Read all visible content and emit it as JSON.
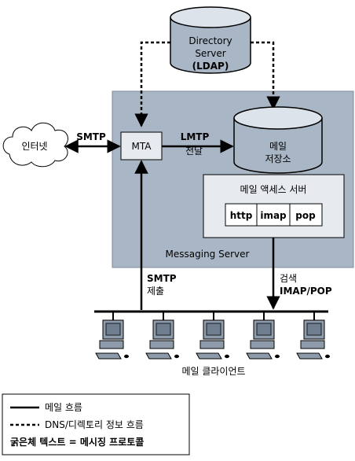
{
  "directory_server": {
    "line1": "Directory",
    "line2": "Server",
    "line3": "(LDAP)"
  },
  "messaging_server": {
    "label": "Messaging Server"
  },
  "internet": {
    "label": "인터넷"
  },
  "mta": {
    "label": "MTA"
  },
  "smtp_internet": {
    "label": "SMTP"
  },
  "lmtp": {
    "protocol": "LMTP",
    "caption": "전달"
  },
  "mail_store": {
    "line1": "메일",
    "line2": "저장소"
  },
  "access_server": {
    "title": "메일 액세스 서버",
    "protocols": [
      "http",
      "imap",
      "pop"
    ]
  },
  "smtp_submit": {
    "protocol": "SMTP",
    "caption": "제출"
  },
  "retrieve": {
    "caption": "검색",
    "protocol": "IMAP/POP"
  },
  "clients": {
    "label": "메일 클라이언트",
    "count": 5
  },
  "legend": {
    "solid": "메일 흐름",
    "dashed": "DNS/디렉토리 정보 흐름",
    "bold_note": "굵은체 텍스트 = 메시징 프로토콜"
  },
  "colors": {
    "server_fill": "#a9b6c5",
    "cylinder_fill": "#dde3ea",
    "box_fill": "#e7ebf0",
    "client_body": "#8e9bab",
    "client_screen": "#6e7d8f"
  }
}
